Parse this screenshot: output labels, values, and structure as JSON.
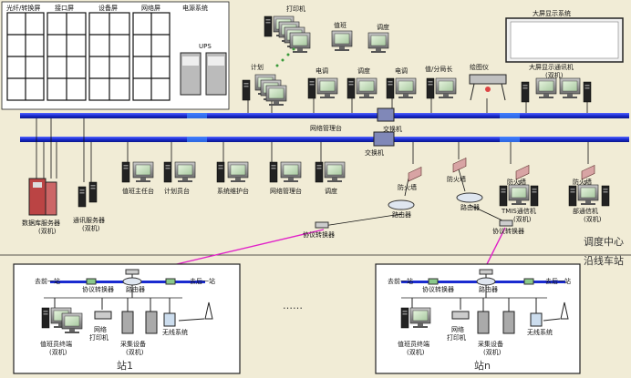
{
  "cabinets": {
    "labels": [
      "光纤/转换屏",
      "接口屏",
      "设备屏",
      "网络屏",
      "电源系统"
    ],
    "ups": "UPS"
  },
  "top_nodes": {
    "printer": "打印机",
    "planning": "计划",
    "duty": "值班",
    "dispatch": "调度",
    "telecom": "电调",
    "station_master": "值/分局长",
    "plotter": "绘图仪",
    "screen_system": "大屏显示系统",
    "screen_controller": "大屏显示通讯机",
    "screen_controller_sub": "(双机)",
    "lan_hub": "网络管理台"
  },
  "center": {
    "switch_top": "交换机",
    "switch_mid": "交换机",
    "router_left": "路由器",
    "router_right": "路由器",
    "protocol_left": "协议转换器",
    "protocol_right": "协议转换器"
  },
  "servers": {
    "db": "数据库服务器",
    "db_sub": "(双机)",
    "comm": "通讯服务器",
    "comm_sub": "(双机)"
  },
  "workstations": [
    "值班主任台",
    "计划员台",
    "系统维护台",
    "网络管理台",
    "调度"
  ],
  "firewalls": {
    "fw_left": "防火墙",
    "fw_mid": "防火墙",
    "fw_a": "防火墙",
    "fw_b": "防火墙",
    "tms": "TMIS通信机",
    "tms_sub": "(双机)",
    "dept": "部通信机",
    "dept_sub": "(双机)"
  },
  "zones": {
    "center": "调度中心",
    "line": "沿线车站",
    "dots": "……"
  },
  "station1": {
    "title": "站1",
    "prev": "去前一站",
    "next": "去后一站",
    "protocol": "协议转换器",
    "router": "路由器",
    "duty_pc": "值班员终端",
    "duty_pc_sub": "(双机)",
    "printer": "网络",
    "printer_sub": "打印机",
    "collect": "采集设备",
    "collect_sub": "(双机)",
    "radio": "无线系统"
  },
  "station_n": {
    "title": "站n",
    "prev": "去前一站",
    "next": "去后一站",
    "protocol": "协议转换器",
    "router": "路由器",
    "duty_pc": "值班员终端",
    "duty_pc_sub": "(双机)",
    "printer": "网络",
    "printer_sub": "打印机",
    "collect": "采集设备",
    "collect_sub": "(双机)",
    "radio": "无线系统"
  },
  "colors": {
    "background": "#f1ecd6",
    "bus": "#1a2bd0",
    "link": "#e020c8",
    "screen": "#cfe6c8",
    "firewall": "#d8a4a4"
  }
}
